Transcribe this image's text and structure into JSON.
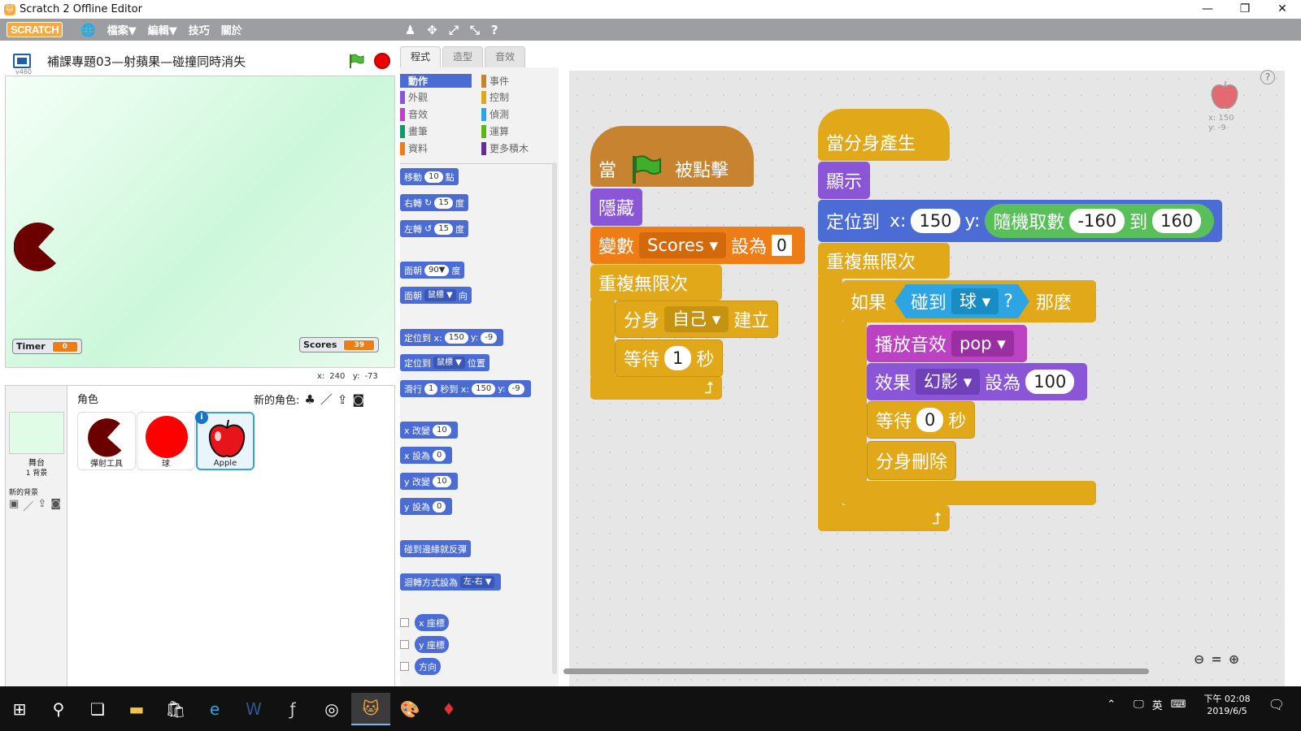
{
  "window": {
    "title": "Scratch 2 Offline Editor",
    "controls": [
      "—",
      "❐",
      "✕"
    ]
  },
  "menubar": {
    "logo": "SCRATCH",
    "menus": [
      "檔案▼",
      "編輯▼",
      "技巧",
      "關於"
    ]
  },
  "stage": {
    "project_title": "補課專題03—射蘋果—碰撞同時消失",
    "version": "v460",
    "monitors": [
      {
        "label": "Timer",
        "value": "0"
      },
      {
        "label": "Scores",
        "value": "39"
      }
    ],
    "mouse_x_label": "x:",
    "mouse_x": "240",
    "mouse_y_label": "y:",
    "mouse_y": "-73"
  },
  "sprites_pane": {
    "header": "角色",
    "new_sprite_label": "新的角色:",
    "stage_label": "舞台",
    "stage_backdrops": "1 背景",
    "new_backdrop_label": "新的背景",
    "sprites": [
      {
        "name": "彈射工具",
        "selected": false
      },
      {
        "name": "球",
        "selected": false
      },
      {
        "name": "Apple",
        "selected": true
      }
    ]
  },
  "tabs": [
    "程式",
    "造型",
    "音效"
  ],
  "categories": [
    {
      "label": "動作",
      "color": "#4a6cd4",
      "active": true
    },
    {
      "label": "外觀",
      "color": "#8a55d7"
    },
    {
      "label": "音效",
      "color": "#bb42c3"
    },
    {
      "label": "畫筆",
      "color": "#0e9a6c"
    },
    {
      "label": "資料",
      "color": "#ee7d16"
    },
    {
      "label": "事件",
      "color": "#c88330"
    },
    {
      "label": "控制",
      "color": "#e1a91a"
    },
    {
      "label": "偵測",
      "color": "#2ca5e2"
    },
    {
      "label": "運算",
      "color": "#5cb712"
    },
    {
      "label": "更多積木",
      "color": "#632d99"
    }
  ],
  "palette_blocks": {
    "move": {
      "a": "移動",
      "n": "10",
      "b": "點"
    },
    "turn_r": {
      "a": "右轉",
      "icon": "↻",
      "n": "15",
      "b": "度"
    },
    "turn_l": {
      "a": "左轉",
      "icon": "↺",
      "n": "15",
      "b": "度"
    },
    "point_dir": {
      "a": "面朝",
      "dd": "90▼",
      "b": "度"
    },
    "point_to": {
      "a": "面朝",
      "dd": "鼠標 ▼",
      "b": "向"
    },
    "goto_xy": {
      "a": "定位到 x:",
      "x": "150",
      "b": "y:",
      "y": "-9"
    },
    "goto": {
      "a": "定位到",
      "dd": "鼠標 ▼",
      "b": "位置"
    },
    "glide": {
      "a": "滑行",
      "n": "1",
      "b": "秒到 x:",
      "x": "150",
      "c": "y:",
      "y": "-9"
    },
    "change_x": {
      "a": "x 改變",
      "n": "10"
    },
    "set_x": {
      "a": "x 設為",
      "n": "0"
    },
    "change_y": {
      "a": "y 改變",
      "n": "10"
    },
    "set_y": {
      "a": "y 設為",
      "n": "0"
    },
    "bounce": {
      "a": "碰到邊緣就反彈"
    },
    "rotation": {
      "a": "迴轉方式設為",
      "dd": "左-右 ▼"
    },
    "rep_x": {
      "a": "x 座標"
    },
    "rep_y": {
      "a": "y 座標"
    },
    "rep_dir": {
      "a": "方向"
    }
  },
  "script1": {
    "when": "當",
    "clicked": "被點擊",
    "hide": "隱藏",
    "set_var": "變數",
    "var_name": "Scores",
    "set_to": "設為",
    "var_value": "0",
    "forever": "重複無限次",
    "clone": "分身",
    "clone_target": "自己",
    "create": "建立",
    "wait": "等待",
    "wait_n": "1",
    "sec": "秒"
  },
  "script2": {
    "hat": "當分身產生",
    "show": "顯示",
    "goto": "定位到",
    "x_label": "x:",
    "x": "150",
    "y_label": "y:",
    "random": "隨機取數",
    "r_from": "-160",
    "r_to_label": "到",
    "r_to": "160",
    "forever": "重複無限次",
    "if": "如果",
    "touching": "碰到",
    "touch_target": "球",
    "q": "?",
    "then": "那麼",
    "play": "播放音效",
    "sound": "pop",
    "effect": "效果",
    "effect_name": "幻影",
    "set_to": "設為",
    "effect_val": "100",
    "wait": "等待",
    "wait_n": "0",
    "sec": "秒",
    "delete": "分身刪除"
  },
  "sprite_info": {
    "x": "x: 150",
    "y": "y: -9"
  },
  "taskbar": {
    "ime1": "英",
    "time": "下午 02:08",
    "date": "2019/6/5"
  },
  "colors": {
    "motion": "#4a6cd4",
    "control": "#e1a91a",
    "events": "#c88330",
    "looks": "#8a55d7",
    "data": "#ee7d16",
    "sensing": "#2ca5e2",
    "operators": "#59c059",
    "sound": "#bb42c3"
  }
}
